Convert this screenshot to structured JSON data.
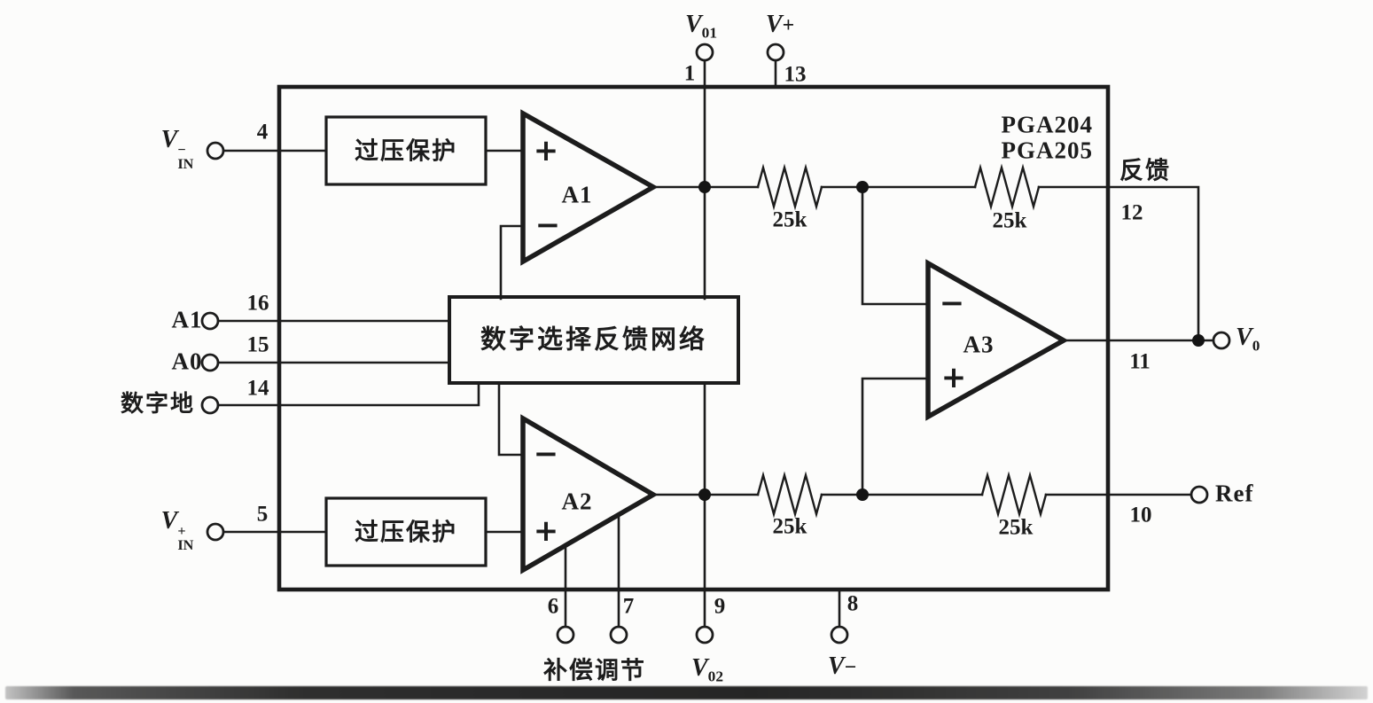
{
  "part_numbers": {
    "line1": "PGA204",
    "line2": "PGA205"
  },
  "blocks": {
    "ovp_top": "过压保护",
    "ovp_bottom": "过压保护",
    "feedback_network": "数字选择反馈网络"
  },
  "amplifiers": {
    "a1": "A1",
    "a2": "A2",
    "a3": "A3"
  },
  "signs": {
    "plus": "+",
    "minus": "−"
  },
  "resistors": {
    "r1": "25k",
    "r2": "25k",
    "r3": "25k",
    "r4": "25k"
  },
  "pin_numbers": {
    "p1": "1",
    "p4": "4",
    "p5": "5",
    "p6": "6",
    "p7": "7",
    "p8": "8",
    "p9": "9",
    "p10": "10",
    "p11": "11",
    "p12": "12",
    "p13": "13",
    "p14": "14",
    "p15": "15",
    "p16": "16"
  },
  "terminals": {
    "vin_minus": {
      "base": "V",
      "sup": "−",
      "sub": "IN"
    },
    "vin_plus": {
      "base": "V",
      "sup": "+",
      "sub": "IN"
    },
    "a1_select": "A1",
    "a0_select": "A0",
    "digital_ground": "数字地",
    "v01": {
      "base": "V",
      "sub": "01"
    },
    "v02": {
      "base": "V",
      "sub": "02"
    },
    "v_plus": {
      "base": "V",
      "sign": "+"
    },
    "v_minus": {
      "base": "V",
      "sign": "−"
    },
    "v0": {
      "base": "V",
      "sub": "0"
    },
    "ref": "Ref"
  },
  "annotations": {
    "feedback": "反馈",
    "comp_adjust": "补偿调节"
  },
  "colors": {
    "ink": "#1c1c1c",
    "background": "#fcfcfb"
  }
}
